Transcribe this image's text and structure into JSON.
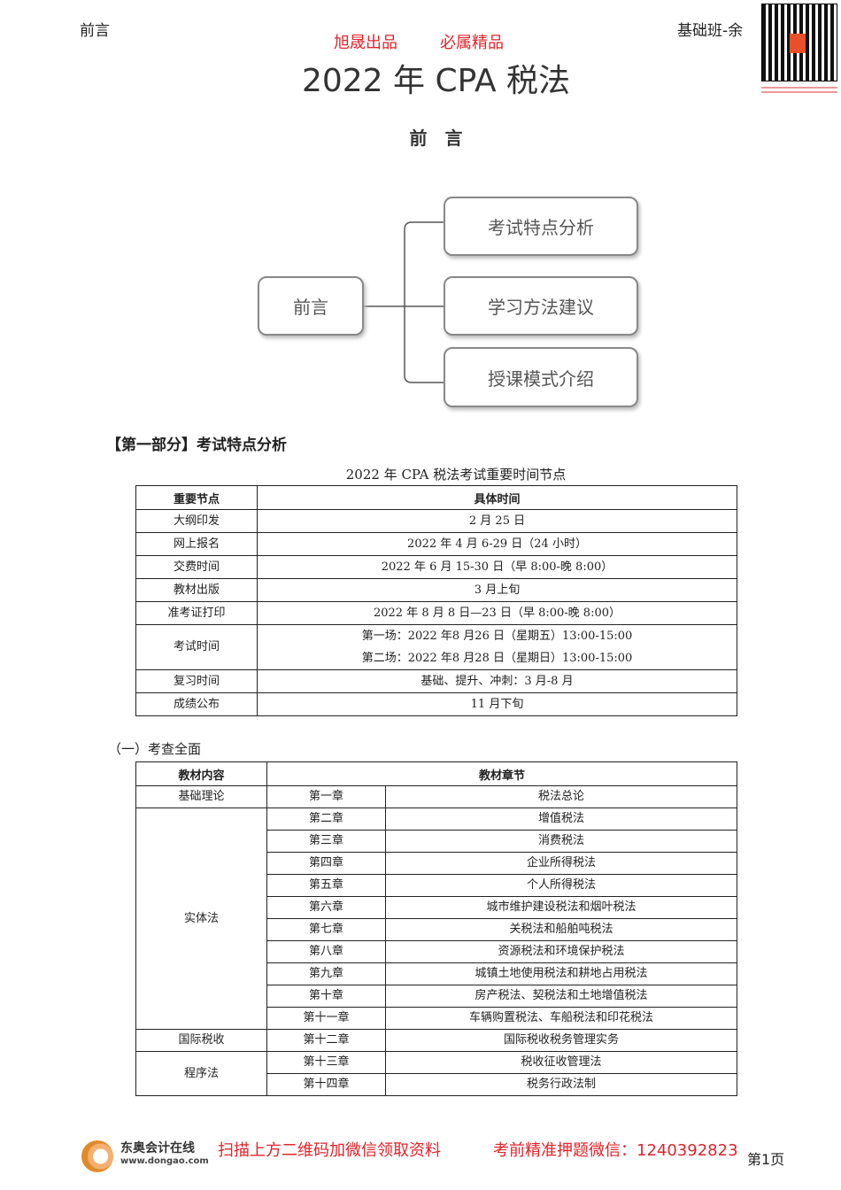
{
  "header": {
    "left": "前言",
    "right": "基础班-余",
    "slogan_left": "旭晟出品",
    "slogan_right": "必属精品",
    "title": "2022 年 CPA 税法",
    "subtitle": "前　言"
  },
  "diagram": {
    "root": "前言",
    "branches": [
      "考试特点分析",
      "学习方法建议",
      "授课模式介绍"
    ]
  },
  "section1": {
    "heading": "【第一部分】考试特点分析",
    "table_caption": "2022 年 CPA 税法考试重要时间节点",
    "columns": [
      "重要节点",
      "具体时间"
    ],
    "rows": [
      {
        "node": "大纲印发",
        "time": [
          "2 月 25 日"
        ]
      },
      {
        "node": "网上报名",
        "time": [
          "2022 年 4 月 6-29 日（24 小时）"
        ]
      },
      {
        "node": "交费时间",
        "time": [
          "2022 年 6 月 15-30 日（早 8:00-晚 8:00）"
        ]
      },
      {
        "node": "教材出版",
        "time": [
          "3 月上旬"
        ]
      },
      {
        "node": "准考证打印",
        "time": [
          "2022 年 8 月 8 日—23 日（早 8:00-晚 8:00）"
        ]
      },
      {
        "node": "考试时间",
        "time": [
          "第一场：2022 年8 月26 日（星期五）13:00-15:00",
          "第二场：2022 年8 月28 日（星期日）13:00-15:00"
        ]
      },
      {
        "node": "复习时间",
        "time": [
          "基础、提升、冲刺：3 月-8 月"
        ]
      },
      {
        "node": "成绩公布",
        "time": [
          "11 月下旬"
        ]
      }
    ]
  },
  "section2": {
    "heading": "（一）考查全面",
    "columns": [
      "教材内容",
      "教材章节"
    ],
    "groups": [
      {
        "name": "基础理论",
        "chapters": [
          [
            "第一章",
            "税法总论"
          ]
        ]
      },
      {
        "name": "实体法",
        "chapters": [
          [
            "第二章",
            "增值税法"
          ],
          [
            "第三章",
            "消费税法"
          ],
          [
            "第四章",
            "企业所得税法"
          ],
          [
            "第五章",
            "个人所得税法"
          ],
          [
            "第六章",
            "城市维护建设税法和烟叶税法"
          ],
          [
            "第七章",
            "关税法和船舶吨税法"
          ],
          [
            "第八章",
            "资源税法和环境保护税法"
          ],
          [
            "第九章",
            "城镇土地使用税法和耕地占用税法"
          ],
          [
            "第十章",
            "房产税法、契税法和土地增值税法"
          ],
          [
            "第十一章",
            "车辆购置税法、车船税法和印花税法"
          ]
        ]
      },
      {
        "name": "国际税收",
        "chapters": [
          [
            "第十二章",
            "国际税收税务管理实务"
          ]
        ]
      },
      {
        "name": "程序法",
        "chapters": [
          [
            "第十三章",
            "税收征收管理法"
          ],
          [
            "第十四章",
            "税务行政法制"
          ]
        ]
      }
    ]
  },
  "footer": {
    "logo_text": "东奥会计在线",
    "logo_url": "www.dongao.com",
    "left_red": "扫描上方二维码加微信领取资料",
    "right_red": "考前精准押题微信：1240392823",
    "page": "第1页"
  },
  "colors": {
    "red": "#e0242b"
  }
}
